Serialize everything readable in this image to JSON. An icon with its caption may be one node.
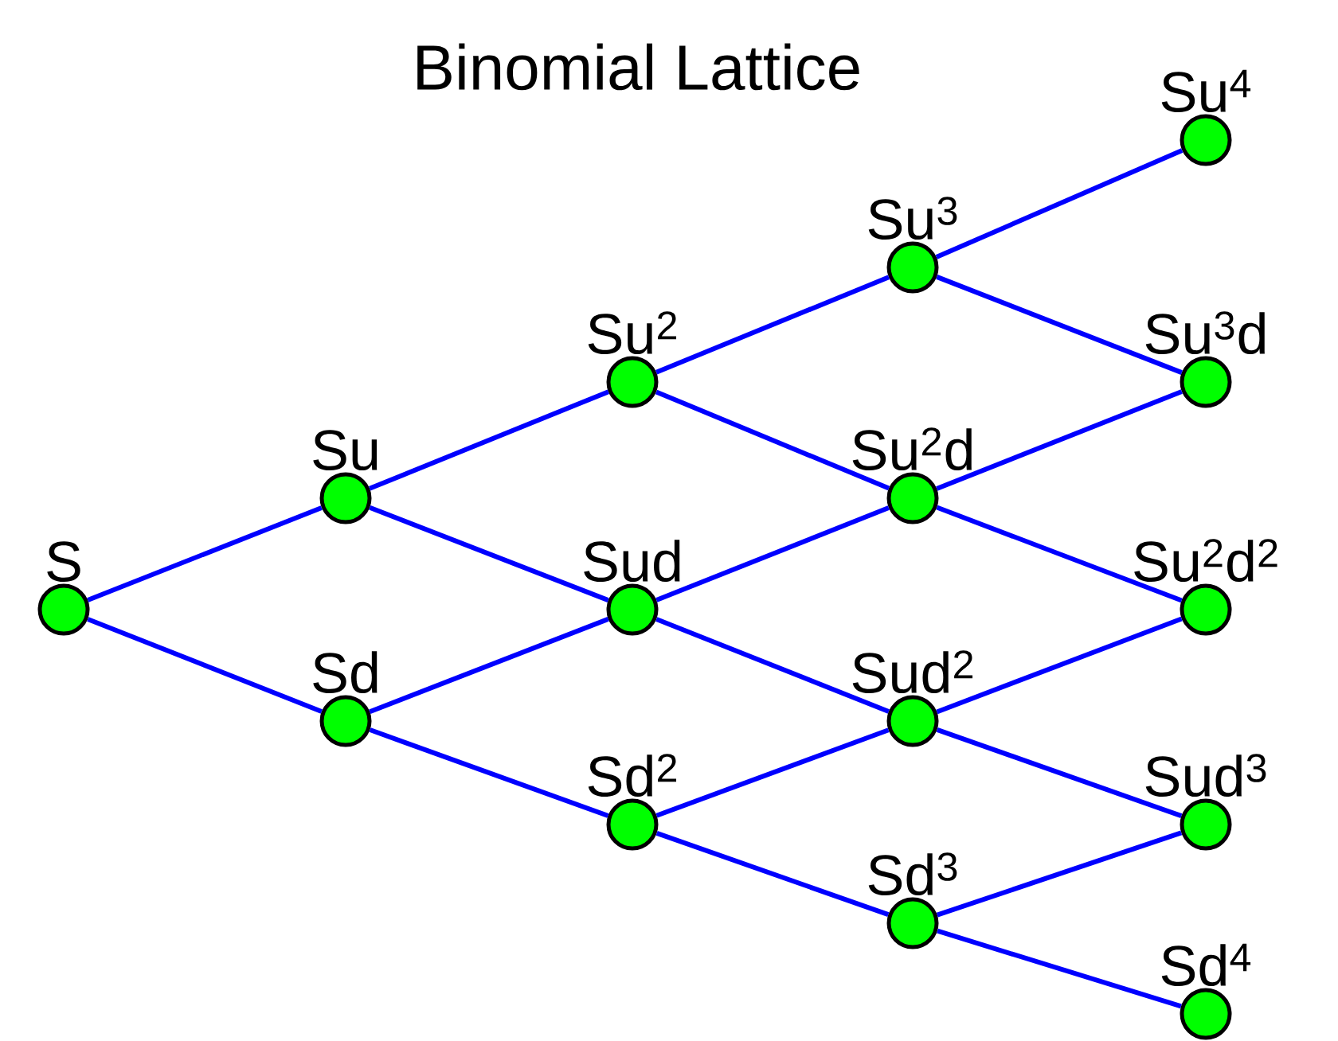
{
  "diagram": {
    "title": "Binomial Lattice",
    "nodes": [
      {
        "text": [
          "S"
        ]
      },
      {
        "text": [
          "Su"
        ]
      },
      {
        "text": [
          "Sd"
        ]
      },
      {
        "text": [
          "Su$^{2}$"
        ]
      },
      {
        "text": [
          "Sud"
        ]
      },
      {
        "text": [
          "Sd$^{2}$"
        ]
      },
      {
        "text": [
          "Su$^{3}$"
        ]
      },
      {
        "text": [
          "Su$^{2}$d"
        ]
      },
      {
        "text": [
          "Sud$^{2}$"
        ]
      },
      {
        "text": [
          "Sd$^{3}$"
        ]
      },
      {
        "text": [
          "Su$^{4}$"
        ]
      },
      {
        "text": [
          "Su$^{3}$d"
        ]
      },
      {
        "text": [
          "Su$^{2}$d$^{2}$"
        ]
      },
      {
        "text": [
          "Sud$^{3}$"
        ]
      },
      {
        "text": [
          "Sd$^{4}$"
        ]
      }
    ],
    "edges": [
      {
        "from": 0,
        "to": 1,
        "arrow": "none"
      },
      {
        "from": 0,
        "to": 2,
        "arrow": "none"
      },
      {
        "from": 1,
        "to": 3,
        "arrow": "none"
      },
      {
        "from": 1,
        "to": 4,
        "arrow": "none"
      },
      {
        "from": 2,
        "to": 4,
        "arrow": "none"
      },
      {
        "from": 2,
        "to": 5,
        "arrow": "none"
      },
      {
        "from": 3,
        "to": 6,
        "arrow": "none"
      },
      {
        "from": 3,
        "to": 7,
        "arrow": "none"
      },
      {
        "from": 4,
        "to": 7,
        "arrow": "none"
      },
      {
        "from": 4,
        "to": 8,
        "arrow": "none"
      },
      {
        "from": 5,
        "to": 8,
        "arrow": "none"
      },
      {
        "from": 5,
        "to": 9,
        "arrow": "none"
      },
      {
        "from": 6,
        "to": 10,
        "arrow": "none"
      },
      {
        "from": 6,
        "to": 11,
        "arrow": "none"
      },
      {
        "from": 7,
        "to": 11,
        "arrow": "none"
      },
      {
        "from": 7,
        "to": 12,
        "arrow": "none"
      },
      {
        "from": 8,
        "to": 12,
        "arrow": "none"
      },
      {
        "from": 8,
        "to": 13,
        "arrow": "none"
      },
      {
        "from": 9,
        "to": 13,
        "arrow": "none"
      },
      {
        "from": 9,
        "to": 14,
        "arrow": "none"
      }
    ]
  }
}
